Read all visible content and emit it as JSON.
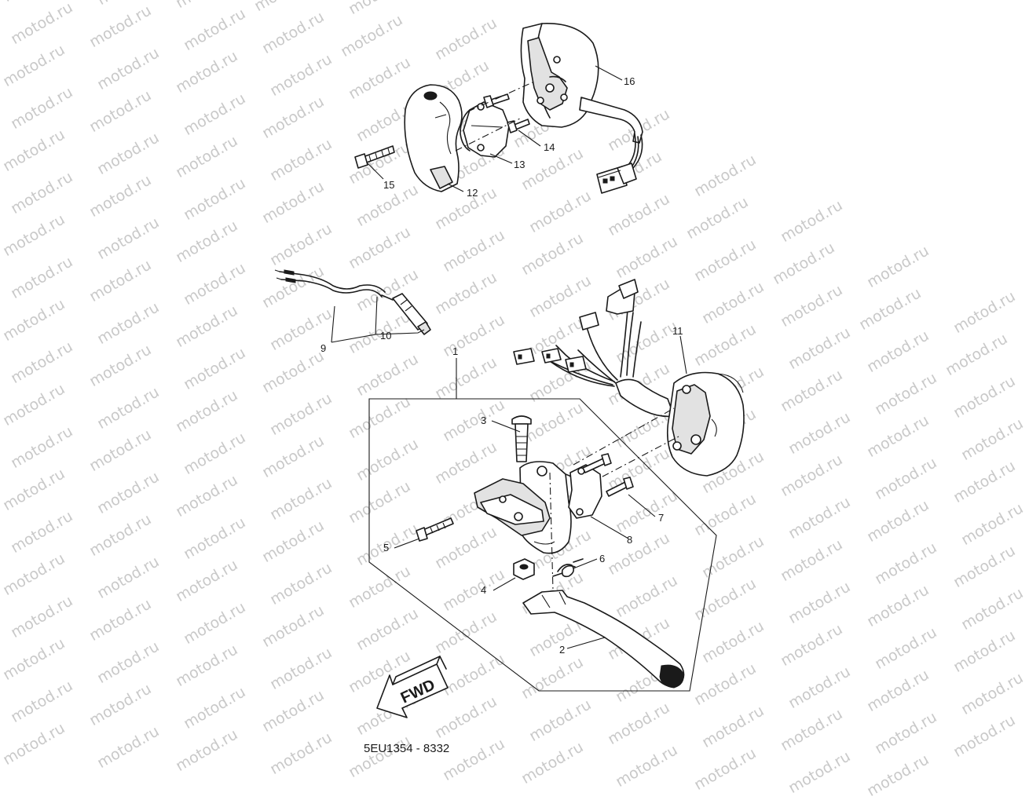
{
  "watermark": "motod.ru",
  "callouts": [
    "1",
    "2",
    "3",
    "4",
    "5",
    "6",
    "7",
    "8",
    "9",
    "10",
    "11",
    "12",
    "13",
    "14",
    "15",
    "16"
  ],
  "direction_label": "FWD",
  "diagram_code": "5EU1354 - 8332"
}
